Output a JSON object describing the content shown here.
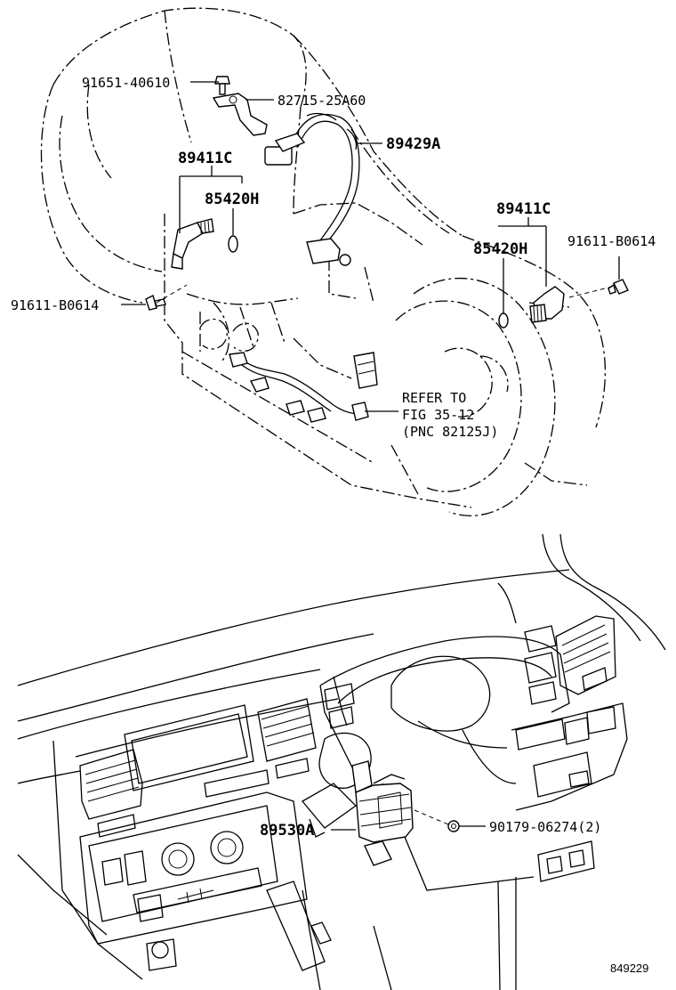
{
  "labels": {
    "p1": "91651-40610",
    "p2": "82715-25A60",
    "p3": "89429A",
    "p4": "89411C",
    "p5": "85420H",
    "p6": "91611-B0614",
    "p7": "89411C",
    "p8": "85420H",
    "p9": "91611-B0614",
    "p10": "89530A",
    "p11": "90179-06274(2)"
  },
  "note": {
    "line1": "REFER TO",
    "line2": "FIG 35-12",
    "line3": "(PNC 82125J)"
  },
  "figure_number": "849229"
}
